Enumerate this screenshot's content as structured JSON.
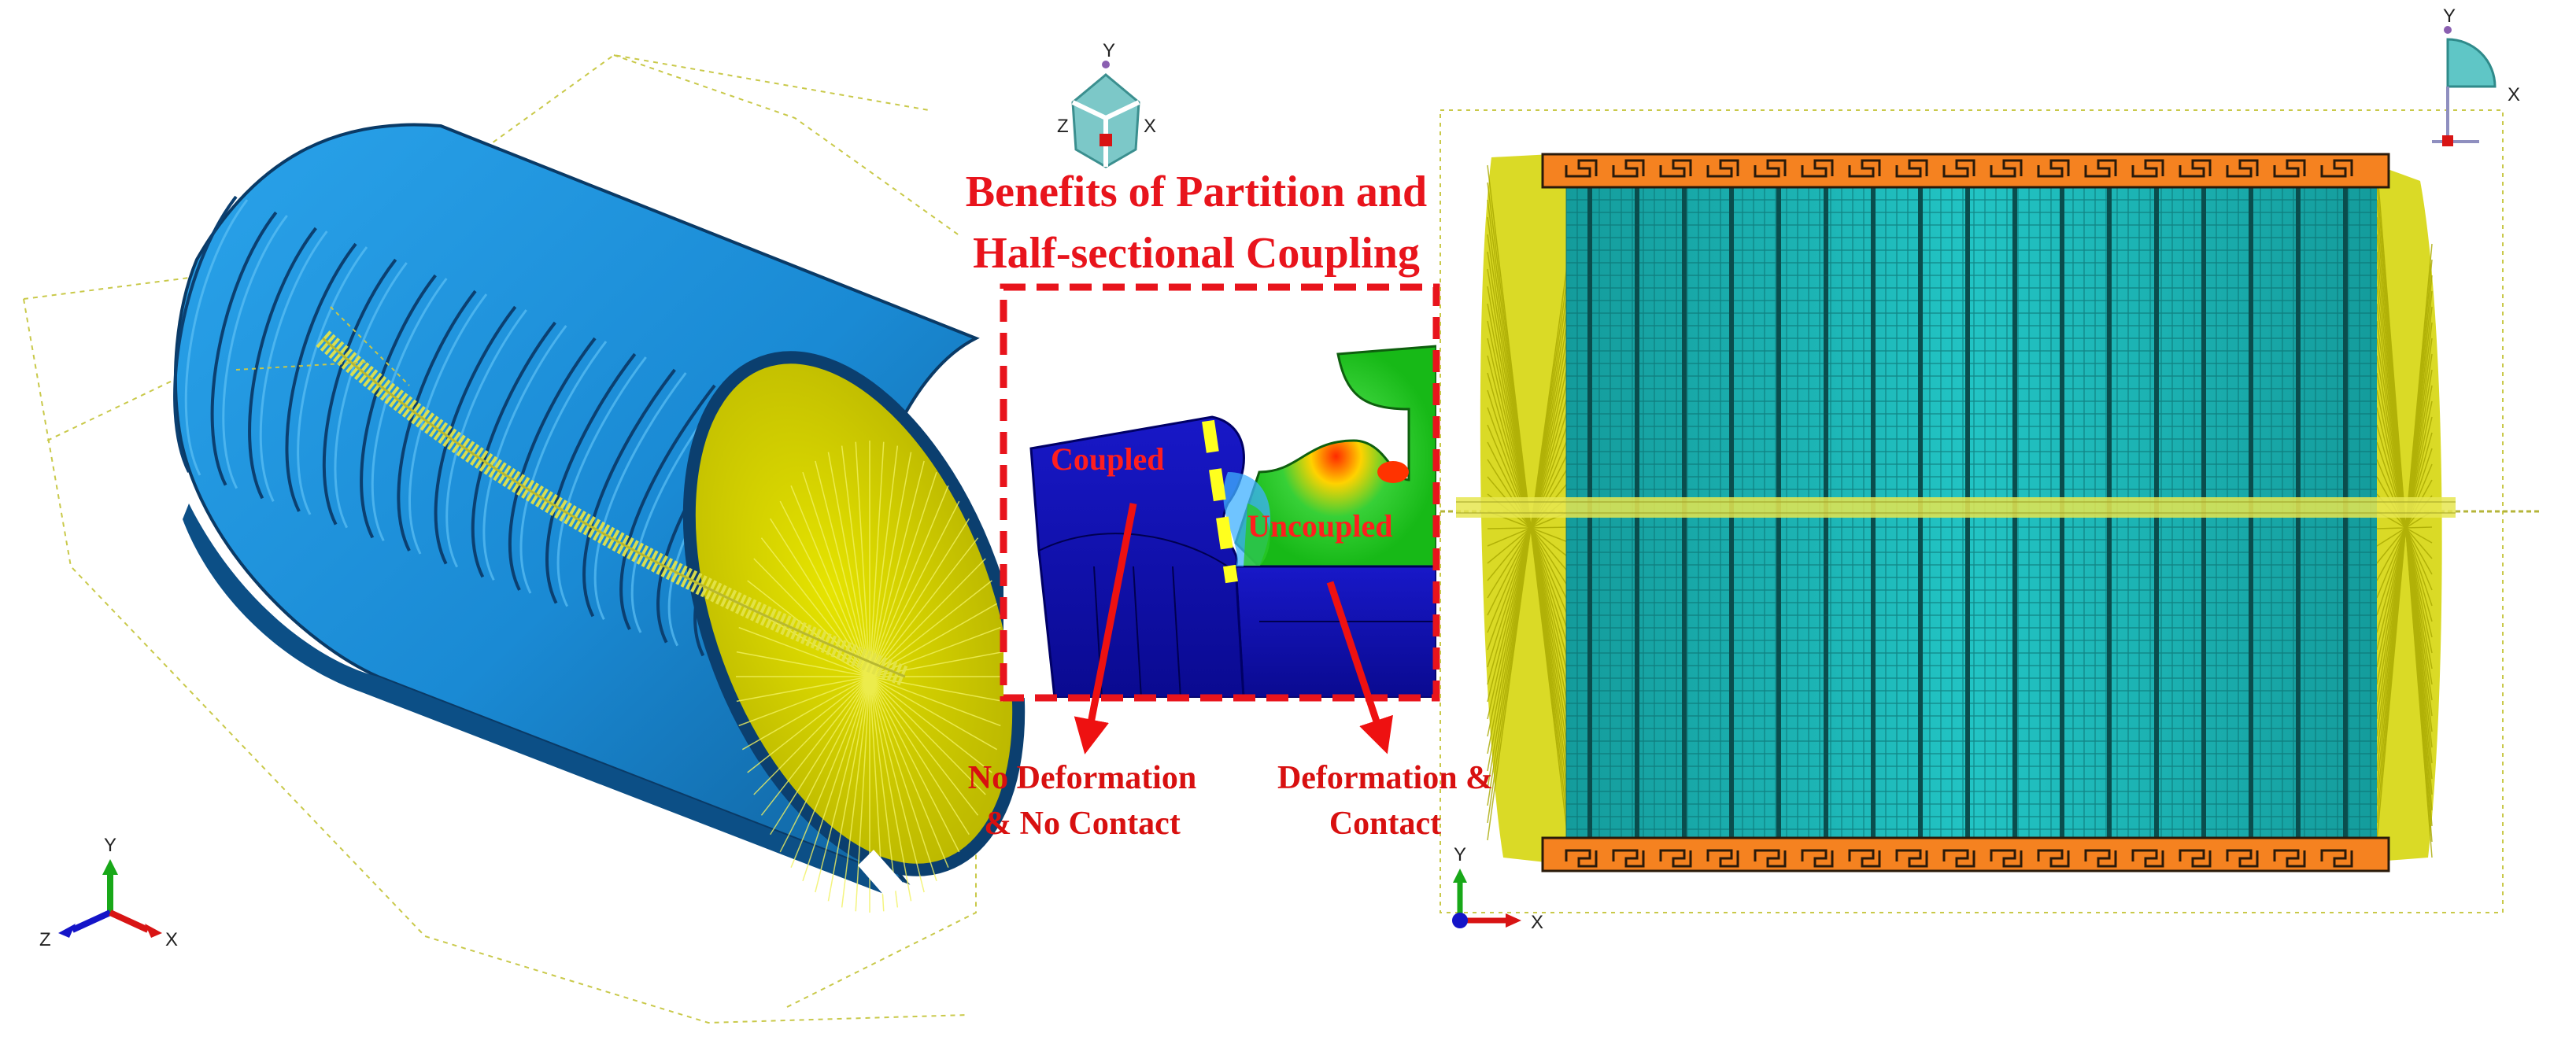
{
  "title": {
    "line1": "Benefits of Partition and",
    "line2": "Half-sectional Coupling"
  },
  "inset": {
    "coupled_label": "Coupled",
    "uncoupled_label": "Uncoupled",
    "left_note_line1": "No Deformation",
    "left_note_line2": "& No Contact",
    "right_note_line1": "Deformation &",
    "right_note_line2": "Contact"
  },
  "left_triad": {
    "y": "Y",
    "z": "Z",
    "x": "X"
  },
  "center_triad": {
    "y": "Y",
    "z": "Z",
    "x": "X"
  },
  "right_triad": {
    "y": "Y",
    "x": "X"
  },
  "right_corner_triad": {
    "y": "Y",
    "x": "X"
  },
  "colors": {
    "model_blue": "#1b8fd6",
    "mesh_yellow": "#d8d800",
    "mesh_teal": "#1fbfbf",
    "orange": "#f58220",
    "callout_red": "#e8141c"
  }
}
